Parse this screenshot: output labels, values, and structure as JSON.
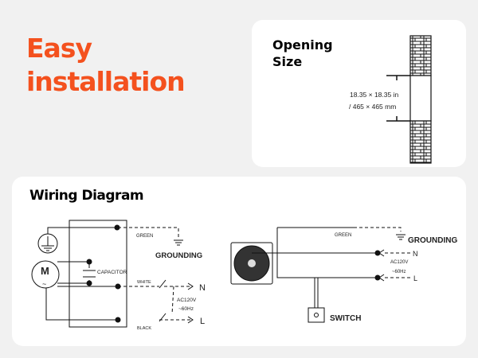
{
  "headline": {
    "line1": "Easy",
    "line2": "installation"
  },
  "opening": {
    "title_line1": "Opening",
    "title_line2": "Size",
    "dim_in": "18.35 × 18.35 in",
    "dim_mm": "/ 465 × 465 mm"
  },
  "wiring": {
    "title": "Wiring Diagram",
    "left": {
      "green": "GREEN",
      "grounding": "GROUNDING",
      "capacitor": "CAPACITOR",
      "white": "WHITE",
      "black": "BLACK",
      "voltage": "AC120V",
      "freq": "~60Hz",
      "n": "N",
      "l": "L",
      "motor": "M",
      "motor_sym": "~"
    },
    "right": {
      "green": "GREEN",
      "grounding": "GROUNDING",
      "voltage": "AC120V",
      "freq": "~60Hz",
      "n": "N",
      "l": "L",
      "switch": "SWITCH"
    }
  },
  "colors": {
    "accent": "#f4511e"
  }
}
